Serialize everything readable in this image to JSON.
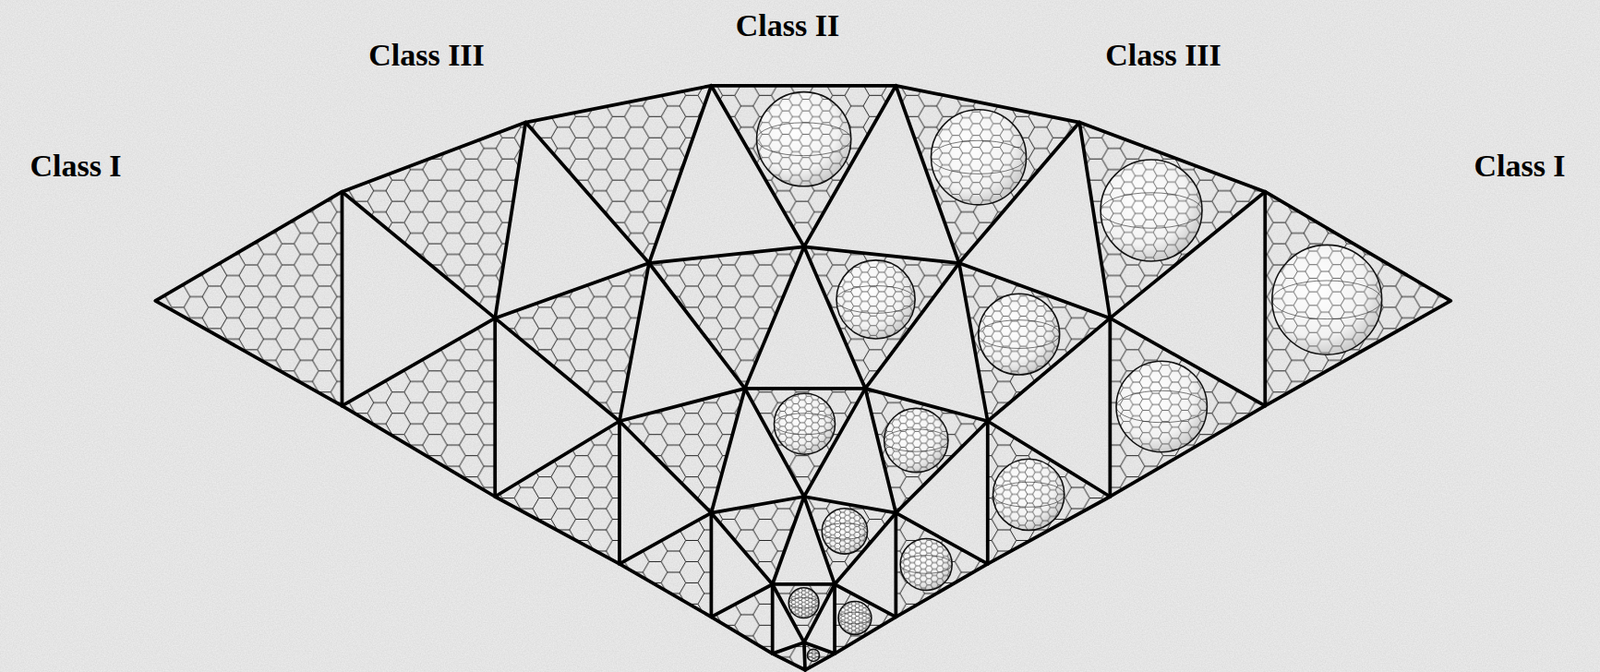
{
  "diagram": {
    "labels": [
      "Class II",
      "Class III",
      "Class III",
      "Class I",
      "Class I"
    ]
  }
}
